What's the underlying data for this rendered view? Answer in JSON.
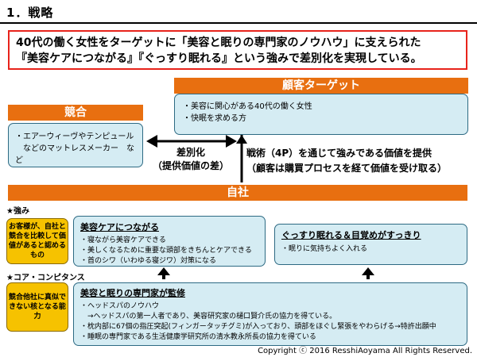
{
  "page_title": "1．戦略",
  "headline": {
    "line1": "40代の働く女性をターゲットに「美容と眠りの専門家のノウハウ」に支えられた",
    "line2": "『美容ケアにつながる』『ぐっすり眠れる』という強みで差別化を実現している。"
  },
  "customer_target": {
    "title": "顧客ターゲット",
    "items": [
      "・美容に関心がある40代の働く女性",
      "・快眠を求める方"
    ]
  },
  "competition": {
    "title": "競合",
    "items": [
      "・エアーウィーヴやテンピュール",
      "　などのマットレスメーカー　など"
    ]
  },
  "differentiation": {
    "line1": "差別化",
    "line2": "（提供価値の差）"
  },
  "tactics": {
    "line1": "戦術（4P）を通じて強みである価値を提供",
    "line2": "（顧客は購買プロセスを経て価値を受け取る）"
  },
  "company": {
    "title": "自社"
  },
  "strength": {
    "label": "★強み",
    "note": "お客様が、自社と競合を比較して価値があると認めるもの",
    "beauty": {
      "title": "美容ケアにつながる",
      "items": [
        "・寝ながら美容ケアできる",
        "・美しくなるために重要な頭部をきちんとケアできる",
        "・首のシワ（いわゆる寝ジワ）対策になる"
      ]
    },
    "sleep": {
      "title": "ぐっすり眠れる＆目覚めがすっきり",
      "items": [
        "・眠りに気持ちよく入れる"
      ]
    }
  },
  "core": {
    "label": "★コア・コンピタンス",
    "note": "競合他社に真似できない核となる能力",
    "title": "美容と眠りの専門家が監修",
    "items": [
      "・ヘッドスパのノウハウ",
      "　→ヘッドスパの第一人者であり、美容研究家の樋口賢介氏の協力を得ている。",
      "・枕内部に67個の指圧突起(フィンガータッチグミ)が入っており、頭部をほぐし緊張をやわらげる→特許出願中",
      "・睡眠の専門家である生活健康学研究所の清水教永所長の協力を得ている"
    ]
  },
  "copyright": "Copyright ⓒ 2016 ResshiAoyama All Rights Reserved.",
  "colors": {
    "orange": "#e86f10",
    "blue_fill": "#d5ecf3",
    "blue_border": "#2d6a83",
    "yellow": "#f6c200",
    "red_border": "#e8231b"
  }
}
